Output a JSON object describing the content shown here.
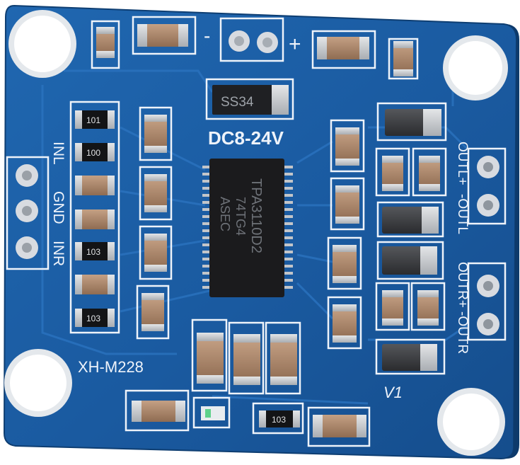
{
  "board": {
    "model": "XH-M228",
    "power": "DC8-24V",
    "revision": "V1",
    "polarity_minus": "-",
    "polarity_plus": "+"
  },
  "chip": {
    "line1": "TPA3110D2",
    "line2": "74TG4",
    "line3": "ASEC"
  },
  "diode": {
    "label": "SS34"
  },
  "inputs": {
    "inl": "INL",
    "gnd": "GND",
    "inr": "INR"
  },
  "outputs": {
    "left_plus": "OUTL+",
    "left_minus": "-OUTL",
    "right_plus": "OUTR+",
    "right_minus": "-OUTR"
  },
  "resistor_codes": [
    "101",
    "100",
    "103",
    "103",
    "103"
  ],
  "colors": {
    "pcb": "#1a5aa0",
    "silkscreen": "#eef3fa",
    "chip": "#1b1b1d",
    "pad": "#c9ccd0",
    "capacitor": "#a88465"
  }
}
